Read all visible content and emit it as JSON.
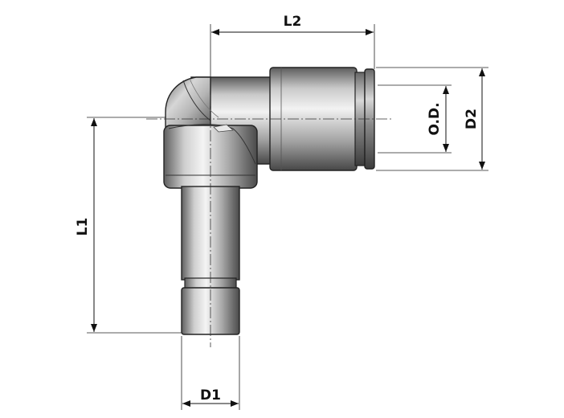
{
  "drawing": {
    "labels": {
      "l2": "L2",
      "od": "O.D.",
      "d2": "D2",
      "l1": "L1",
      "d1": "D1"
    }
  }
}
